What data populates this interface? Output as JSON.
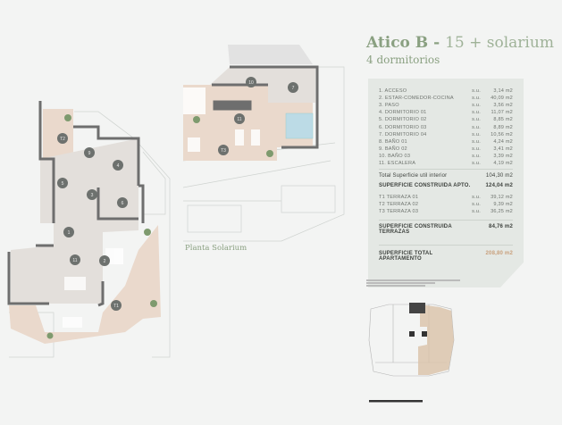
{
  "header": {
    "title_bold": "Atico B",
    "title_sep": " - ",
    "title_rest": "15 + solarium",
    "subtitle": "4 dormitorios"
  },
  "rooms": [
    {
      "label": "1. ACCESO",
      "unit": "s.u.",
      "area": "3,14 m2"
    },
    {
      "label": "2. ESTAR-COMEDOR-COCINA",
      "unit": "s.u.",
      "area": "40,09 m2"
    },
    {
      "label": "3. PASO",
      "unit": "s.u.",
      "area": "3,56 m2"
    },
    {
      "label": "4. DORMITORIO 01",
      "unit": "s.u.",
      "area": "11,07 m2"
    },
    {
      "label": "5. DORMITORIO 02",
      "unit": "s.u.",
      "area": "8,85 m2"
    },
    {
      "label": "6. DORMITORIO 03",
      "unit": "s.u.",
      "area": "8,89 m2"
    },
    {
      "label": "7. DORMITORIO 04",
      "unit": "s.u.",
      "area": "10,56 m2"
    },
    {
      "label": "8. BAÑO 01",
      "unit": "s.u.",
      "area": "4,24 m2"
    },
    {
      "label": "9. BAÑO 02",
      "unit": "s.u.",
      "area": "3,41 m2"
    },
    {
      "label": "10. BAÑO 03",
      "unit": "s.u.",
      "area": "3,39 m2"
    },
    {
      "label": "11. ESCALERA",
      "unit": "s.u.",
      "area": "4,19 m2"
    }
  ],
  "totals": {
    "util_label": "Total Superficie util interior",
    "util_value": "104,30 m2",
    "construida_label": "SUPERFICIE CONSTRUIDA APTO.",
    "construida_value": "124,04 m2",
    "terrazas": [
      {
        "label": "T1 TERRAZA 01",
        "unit": "s.u.",
        "area": "39,12 m2"
      },
      {
        "label": "T2 TERRAZA 02",
        "unit": "s.u.",
        "area": "9,39 m2"
      },
      {
        "label": "T3 TERRAZA 03",
        "unit": "s.u.",
        "area": "36,25 m2"
      }
    ],
    "terrazas_label_1": "SUPERFICIE CONSTRUIDA",
    "terrazas_label_2": "TERRAZAS",
    "terrazas_value": "84,76 m2",
    "total_label_1": "SUPERFICIE TOTAL",
    "total_label_2": "APARTAMENTO",
    "total_value": "208,80 m2"
  },
  "colors": {
    "accent": "#8aa081",
    "total": "#c9a07c",
    "terrace": "#ead9cc",
    "highlight": "#d9c2a8"
  },
  "plans": {
    "main_markers": [
      "T2",
      "9",
      "4",
      "5",
      "3",
      "6",
      "1",
      "11",
      "2",
      "T1"
    ],
    "solarium_markers": [
      "10",
      "7",
      "11",
      "T3"
    ],
    "solarium_label": "Planta Solarium"
  }
}
